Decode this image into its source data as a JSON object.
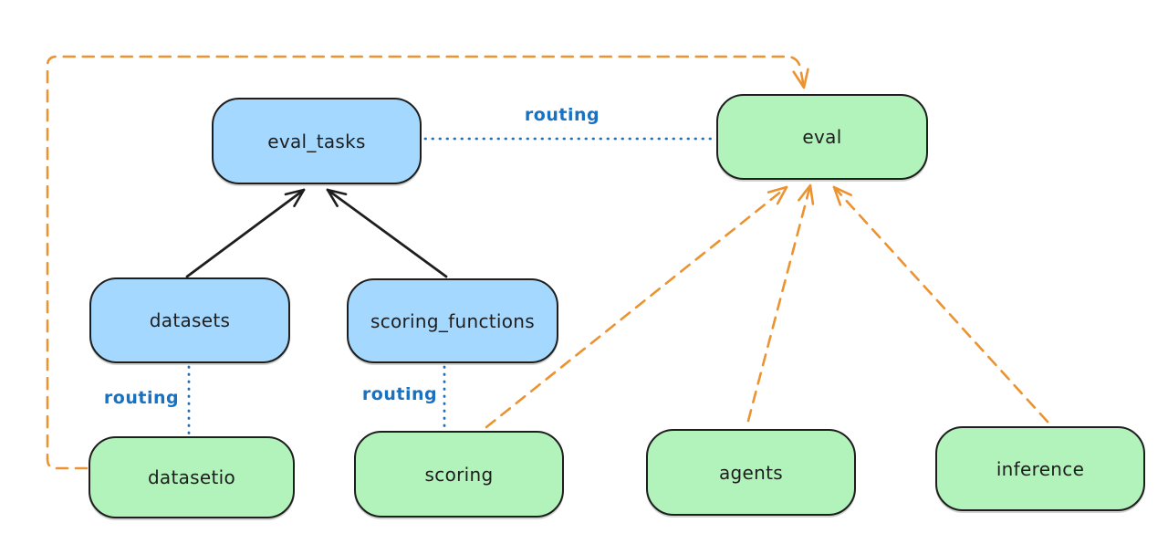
{
  "palette": {
    "background": "#ffffff",
    "node_border": "#1e1e1e",
    "blue_node_fill": "#a5d8ff",
    "green_node_fill": "#b2f2bb",
    "routing_blue": "#1971c2",
    "orange_dashed": "#ec9331",
    "black_arrow": "#1e1e1e"
  },
  "nodes": {
    "eval_tasks": {
      "label": "eval_tasks",
      "color": "blue"
    },
    "eval": {
      "label": "eval",
      "color": "green"
    },
    "datasets": {
      "label": "datasets",
      "color": "blue"
    },
    "scoring_functions": {
      "label": "scoring_functions",
      "color": "blue"
    },
    "datasetio": {
      "label": "datasetio",
      "color": "green"
    },
    "scoring": {
      "label": "scoring",
      "color": "green"
    },
    "agents": {
      "label": "agents",
      "color": "green"
    },
    "inference": {
      "label": "inference",
      "color": "green"
    }
  },
  "edges": [
    {
      "from": "datasets",
      "to": "eval_tasks",
      "style": "solid",
      "color": "black",
      "arrowhead": true,
      "label": ""
    },
    {
      "from": "scoring_functions",
      "to": "eval_tasks",
      "style": "solid",
      "color": "black",
      "arrowhead": true,
      "label": ""
    },
    {
      "from": "eval_tasks",
      "to": "eval",
      "style": "dotted",
      "color": "blue",
      "arrowhead": false,
      "label": "routing"
    },
    {
      "from": "datasets",
      "to": "datasetio",
      "style": "dotted",
      "color": "blue",
      "arrowhead": false,
      "label": "routing"
    },
    {
      "from": "scoring_functions",
      "to": "scoring",
      "style": "dotted",
      "color": "blue",
      "arrowhead": false,
      "label": "routing"
    },
    {
      "from": "datasetio",
      "to": "eval",
      "style": "dashed",
      "color": "orange",
      "arrowhead": true,
      "label": "",
      "route": "elbow-left-top"
    },
    {
      "from": "scoring",
      "to": "eval",
      "style": "dashed",
      "color": "orange",
      "arrowhead": true,
      "label": ""
    },
    {
      "from": "agents",
      "to": "eval",
      "style": "dashed",
      "color": "orange",
      "arrowhead": true,
      "label": ""
    },
    {
      "from": "inference",
      "to": "eval",
      "style": "dashed",
      "color": "orange",
      "arrowhead": true,
      "label": ""
    }
  ]
}
